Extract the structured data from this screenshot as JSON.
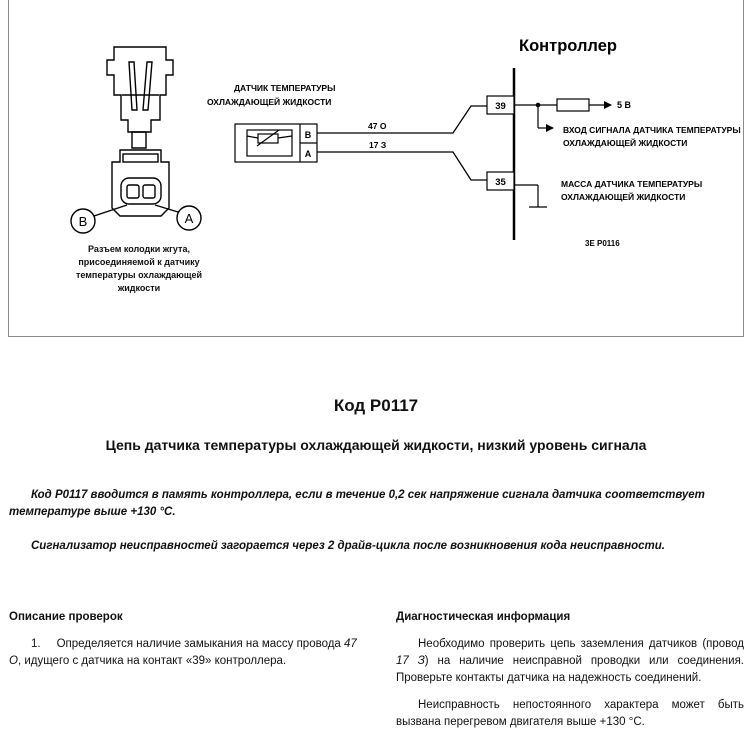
{
  "diagram": {
    "controller_label": "Контроллер",
    "sensor_label_line1": "ДАТЧИК ТЕМПЕРАТУРЫ",
    "sensor_label_line2": "ОХЛАЖДАЮЩЕЙ ЖИДКОСТИ",
    "pin_b": "B",
    "pin_a": "A",
    "wire_47": "47 О",
    "wire_17": "17 З",
    "pin_39": "39",
    "pin_35": "35",
    "voltage": "5 В",
    "signal_input_line1": "ВХОД СИГНАЛА ДАТЧИКА ТЕМПЕРАТУРЫ",
    "signal_input_line2": "ОХЛАЖДАЮЩЕЙ ЖИДКОСТИ",
    "ground_line1": "МАССА ДАТЧИКА ТЕМПЕРАТУРЫ",
    "ground_line2": "ОХЛАЖДАЮЩЕЙ ЖИДКОСТИ",
    "figure_code": "3E P0116",
    "connector_b": "B",
    "connector_a": "A",
    "connector_caption_1": "Разъем колодки жгута,",
    "connector_caption_2": "присоединяемой к датчику",
    "connector_caption_3": "температуры охлаждающей",
    "connector_caption_4": "жидкости"
  },
  "code_title": "Код P0117",
  "subtitle": "Цепь датчика температуры охлаждающей жидкости, низкий уровень сигнала",
  "intro": {
    "p1": "Код P0117 вводится в память контроллера, если в течение 0,2 сек напряжение сигнала датчика соответствует температуре выше +130 °С.",
    "p2": "Сигнализатор неисправностей загорается через 2 драйв-цикла после возникновения кода неисправности."
  },
  "left_column": {
    "title": "Описание проверок",
    "item_num": "1.",
    "item_text_1": "Определяется наличие замыкания на массу провода ",
    "item_wire": "47 О",
    "item_text_2": ", идущего с датчика на контакт «39» контроллера."
  },
  "right_column": {
    "title": "Диагностическая информация",
    "p1_a": "Необходимо проверить цепь заземления датчиков (провод ",
    "p1_wire": "17 З",
    "p1_b": ") на наличие неисправной проводки или соединения. Проверьте контакты датчика на надежность соединений.",
    "p2": "Неисправность непостоянного характера может быть вызвана перегревом двигателя выше +130 °С."
  }
}
